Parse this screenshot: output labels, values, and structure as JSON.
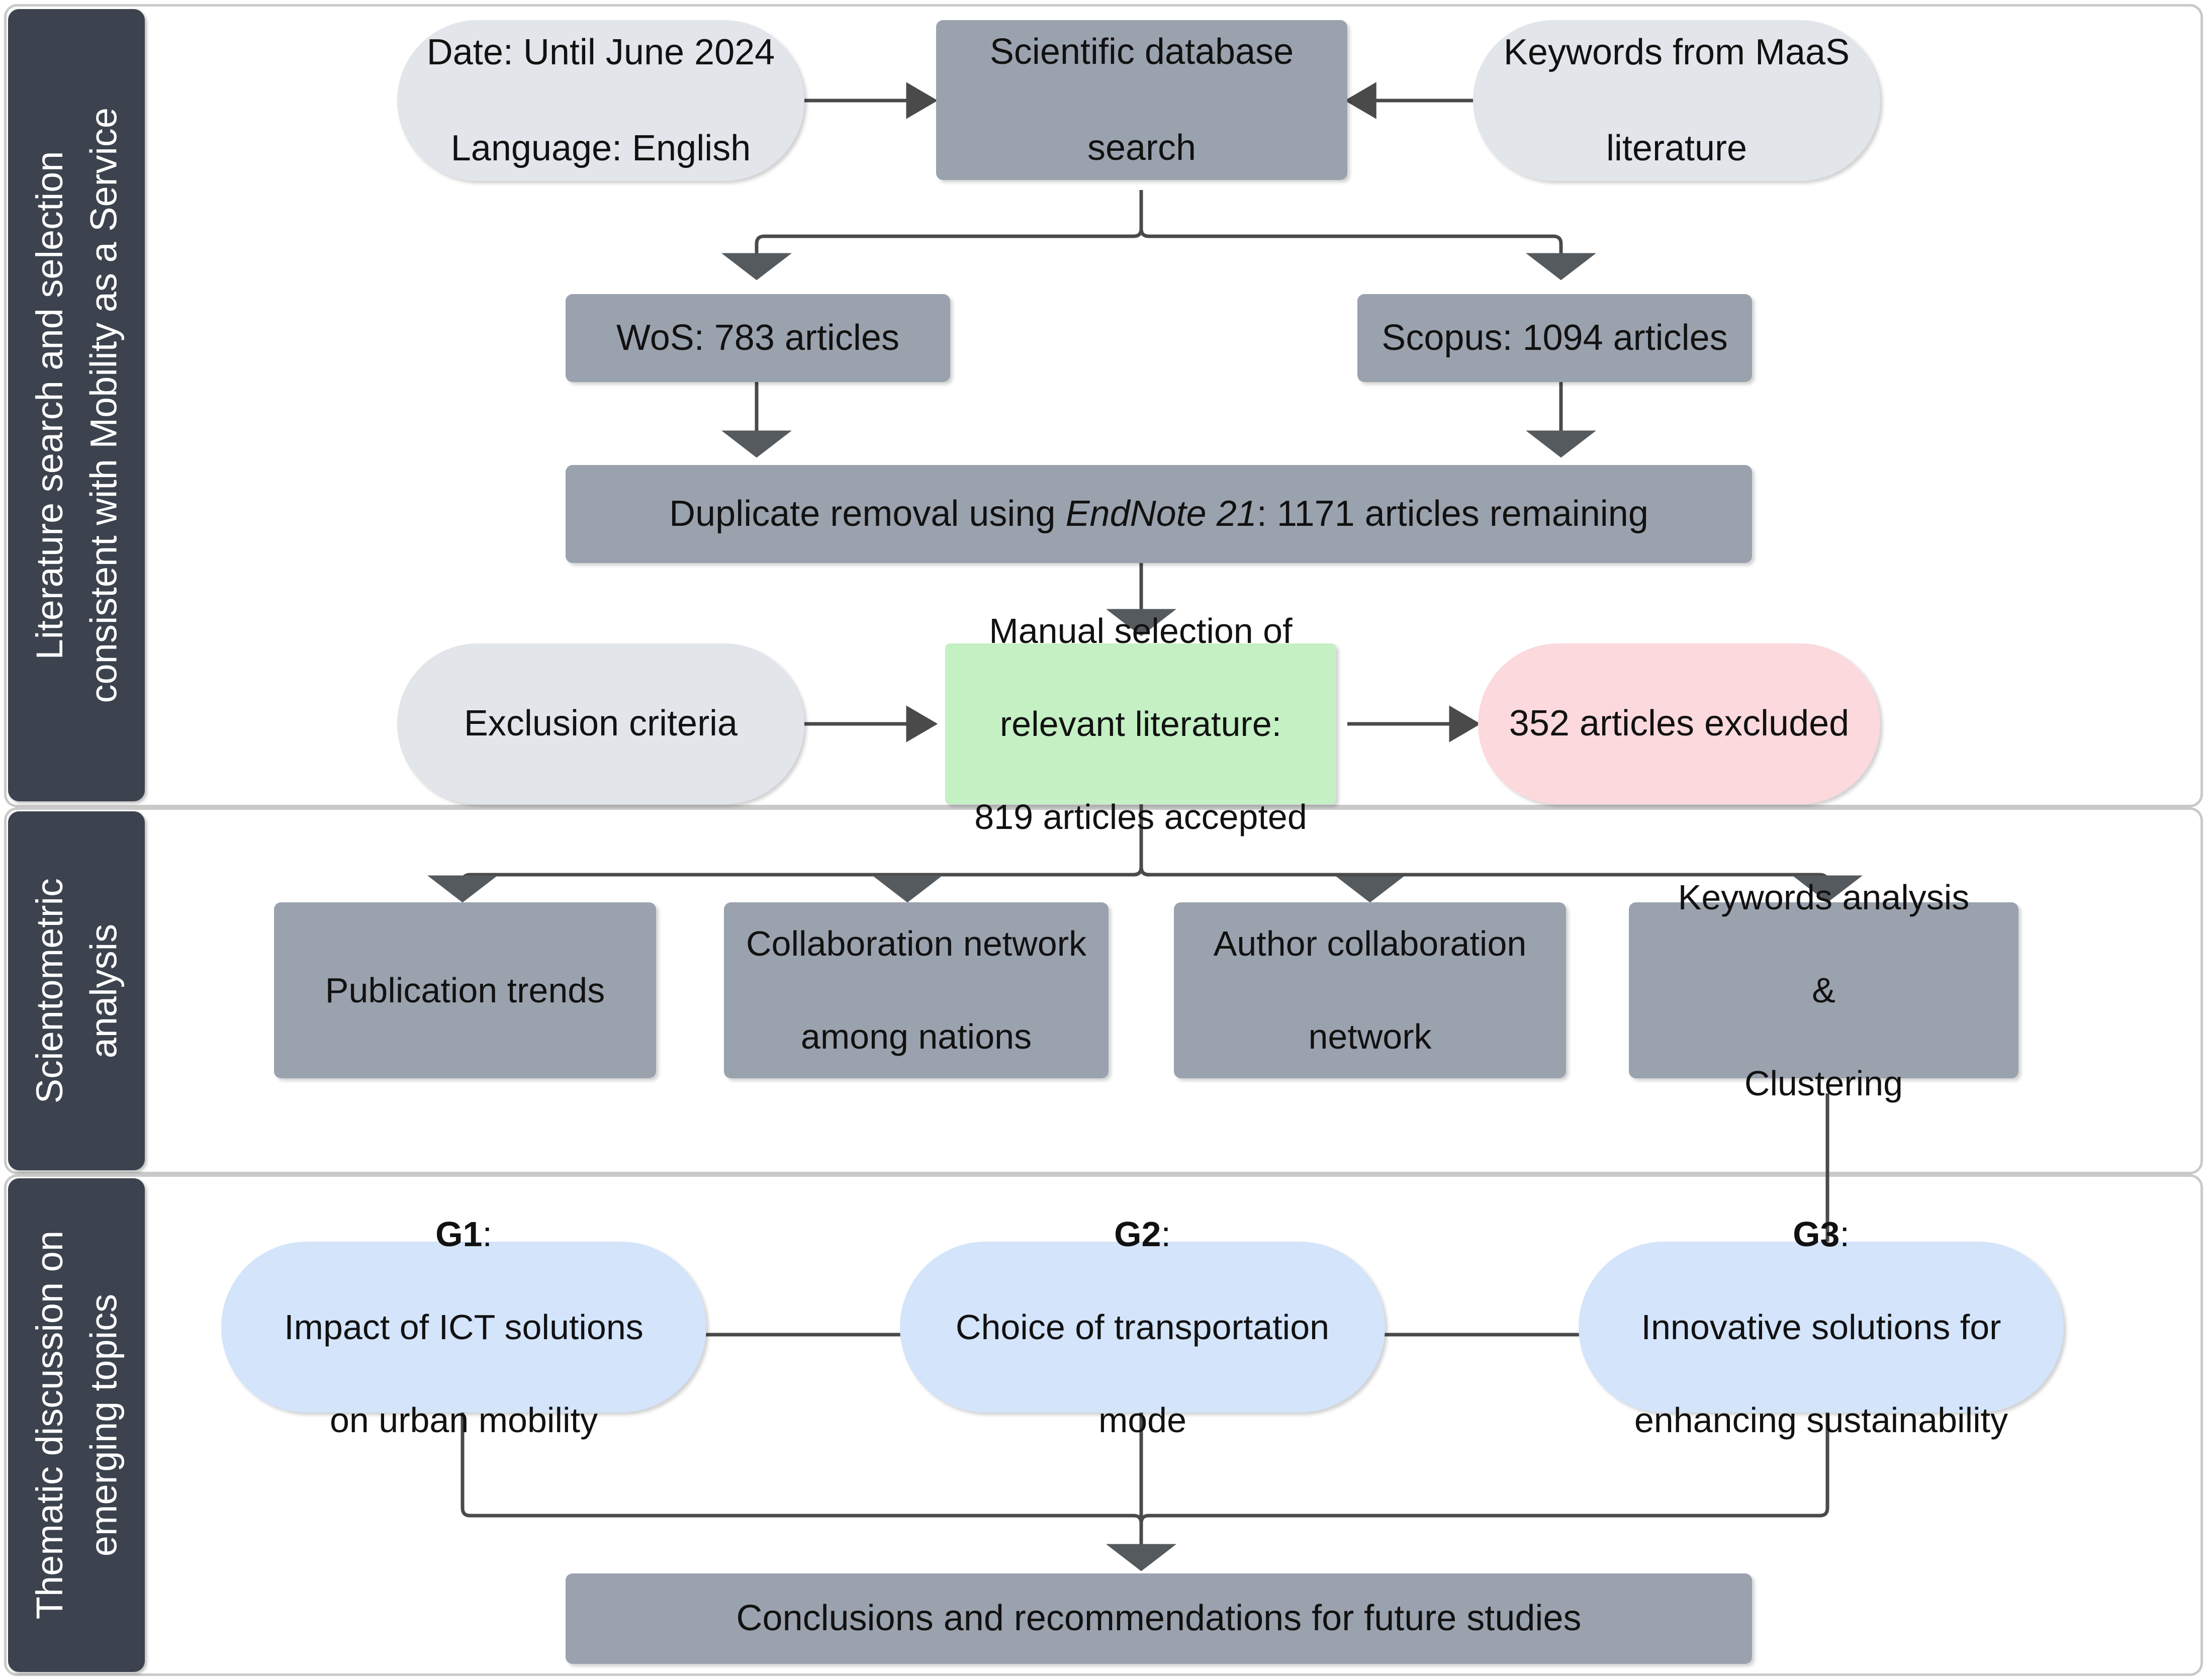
{
  "diagram": {
    "title": "Literature review methodology flowchart for Mobility as a Service",
    "colors": {
      "panel_border": "#c9c9c9",
      "sidebar_bg": "#3c434e",
      "sidebar_text": "#ffffff",
      "node_gray": "#9aa2ae",
      "node_light": "#e2e5ea",
      "node_green": "#c4f0c4",
      "node_pink": "#fbd9dd",
      "node_blue": "#d3e4fb",
      "edge": "#4a4a4a"
    }
  },
  "sections": [
    {
      "id": "section-1",
      "label": "Literature search and selection\nconsistent with Mobility as a Service"
    },
    {
      "id": "section-2",
      "label": "Scientometric\nanalysis"
    },
    {
      "id": "section-3",
      "label": "Thematic discussion on\nemerging topics"
    }
  ],
  "nodes": {
    "filters": {
      "line1": "Date: Until June 2024",
      "line2": "Language: English"
    },
    "db_search": {
      "line1": "Scientific database",
      "line2": "search"
    },
    "keywords_source": {
      "line1": "Keywords from MaaS",
      "line2": "literature"
    },
    "wos": {
      "text": "WoS: 783 articles"
    },
    "scopus": {
      "text": "Scopus: 1094 articles"
    },
    "dedup": {
      "prefix": "Duplicate removal using ",
      "tool": "EndNote 21",
      "suffix": ": 1171 articles remaining"
    },
    "exclusion": {
      "text": "Exclusion criteria"
    },
    "manual_selection": {
      "line1": "Manual selection of",
      "line2": "relevant literature:",
      "line3": "819 articles accepted"
    },
    "excluded": {
      "text": "352 articles excluded"
    },
    "pub_trends": {
      "text": "Publication trends"
    },
    "collab_nations": {
      "line1": "Collaboration network",
      "line2": "among nations"
    },
    "author_collab": {
      "line1": "Author collaboration",
      "line2": "network"
    },
    "keywords_clustering": {
      "line1": "Keywords analysis",
      "line2": "&",
      "line3": "Clustering"
    },
    "g1": {
      "tag": "G1",
      "sep": ":",
      "line2": "Impact of ICT solutions",
      "line3": "on urban mobility"
    },
    "g2": {
      "tag": "G2",
      "sep": ":",
      "line2": "Choice of transportation",
      "line3": "mode"
    },
    "g3": {
      "tag": "G3",
      "sep": ":",
      "line2": "Innovative solutions for",
      "line3": "enhancing sustainability"
    },
    "conclusions": {
      "text": "Conclusions and recommendations for future studies"
    }
  }
}
